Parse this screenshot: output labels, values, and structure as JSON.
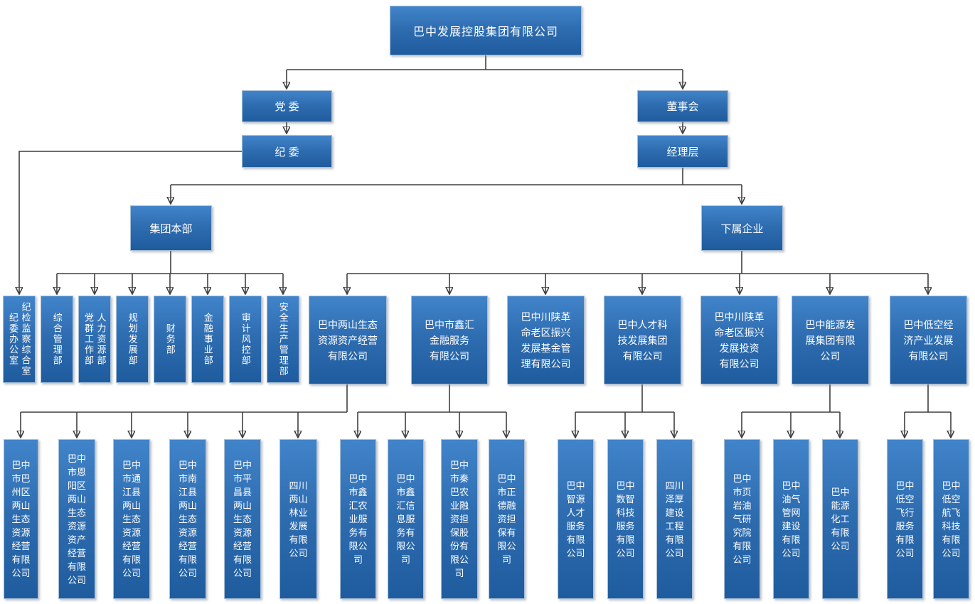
{
  "chart": {
    "root": "巴中发展控股集团有限公司",
    "governance": {
      "party_committee": "党 委",
      "discipline_committee": "纪 委",
      "board_of_directors": "董事会",
      "management_team": "经理层"
    },
    "branches": {
      "group_headquarters": "集团本部",
      "subsidiary_enterprises": "下属企业"
    },
    "departments": [
      {
        "lines": [
          "纪检监察综合室",
          "纪委办公室"
        ]
      },
      {
        "lines": [
          "综合管理部"
        ]
      },
      {
        "lines": [
          "人力资源部",
          "党群工作部"
        ]
      },
      {
        "lines": [
          "规划发展部"
        ]
      },
      {
        "lines": [
          "财务部"
        ]
      },
      {
        "lines": [
          "金融事业部"
        ]
      },
      {
        "lines": [
          "审计风控部"
        ]
      },
      {
        "lines": [
          "安全生产管理部"
        ]
      }
    ],
    "companies": [
      {
        "lines": [
          "巴中两山生态",
          "资源资产经营",
          "有限公司"
        ]
      },
      {
        "lines": [
          "巴中市鑫汇",
          "金融服务",
          "有限公司"
        ]
      },
      {
        "lines": [
          "巴中川陕革",
          "命老区振兴",
          "发展基金管",
          "理有限公司"
        ]
      },
      {
        "lines": [
          "巴中人才科",
          "技发展集团",
          "有限公司"
        ]
      },
      {
        "lines": [
          "巴中川陕革",
          "命老区振兴",
          "发展投资",
          "有限公司"
        ]
      },
      {
        "lines": [
          "巴中能源发",
          "展集团有限",
          "公司"
        ]
      },
      {
        "lines": [
          "巴中低空经",
          "济产业发展",
          "有限公司"
        ]
      }
    ],
    "grandchildren": [
      "巴中市巴州区两山生态资源经营有限公司",
      "巴中市恩阳区两山生态资源资产经营有限公司",
      "巴中市通江县两山生态资源经营有限公司",
      "巴中市南江县两山生态资源经营有限公司",
      "巴中市平昌县两山生态资源经营有限公司",
      "四川两山林业发展有限公司",
      "巴中市鑫汇农业服务有限公司",
      "巴中市鑫汇信息服务有限公司",
      "巴中市秦巴农业融资担保股份有限公司",
      "巴中市正德融资担保有限公司",
      "巴中智源人才服务有限公司",
      "巴中数智科技服务有限公司",
      "四川泽厚建设工程有限公司",
      "巴中市页岩油气研究院有限公司",
      "巴中油气管网建设有限公司",
      "巴中能源化工有限公司",
      "巴中低空飞行服务有限公司",
      "巴中低空航飞科技有限公司"
    ],
    "colors": {
      "box_gradient_top": "#4184ca",
      "box_gradient_bottom": "#1e5c9e",
      "box_border": "#a9bfd6",
      "connector_line": "#3f3f3f",
      "text": "#ffffff"
    }
  }
}
